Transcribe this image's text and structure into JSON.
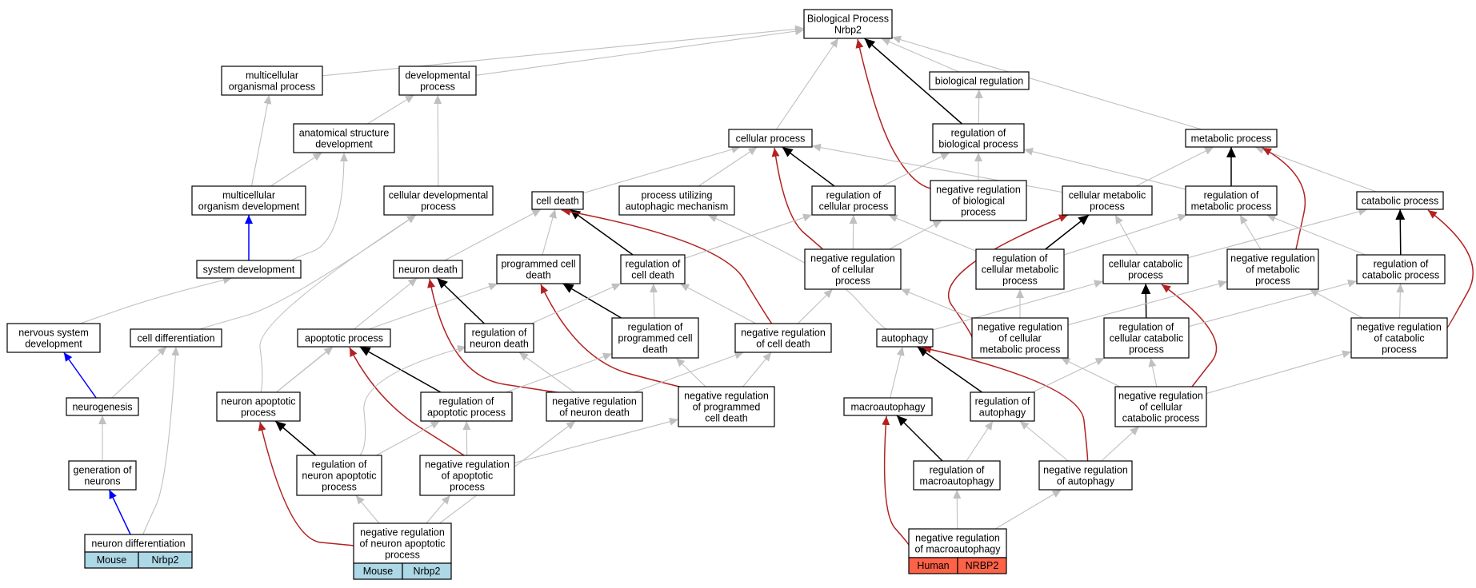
{
  "colors": {
    "edge_is_a": "#c0c0c0",
    "edge_regulates": "#000000",
    "edge_negatively_regulates": "#b22222",
    "edge_annotation_path": "#0000ff",
    "mouse_fill": "#add8e6",
    "human_fill": "#ff6347",
    "node_fill": "#ffffff",
    "node_stroke": "#000000"
  },
  "nodes": [
    {
      "id": "bp",
      "lines": [
        "Biological Process",
        "Nrbp2"
      ]
    },
    {
      "id": "mop",
      "lines": [
        "multicellular",
        "organismal process"
      ]
    },
    {
      "id": "devp",
      "lines": [
        "developmental",
        "process"
      ]
    },
    {
      "id": "breg",
      "lines": [
        "biological regulation"
      ]
    },
    {
      "id": "asd",
      "lines": [
        "anatomical structure",
        "development"
      ]
    },
    {
      "id": "cp",
      "lines": [
        "cellular process"
      ]
    },
    {
      "id": "robp",
      "lines": [
        "regulation of",
        "biological process"
      ]
    },
    {
      "id": "metp",
      "lines": [
        "metabolic process"
      ]
    },
    {
      "id": "mod",
      "lines": [
        "multicellular",
        "organism development"
      ]
    },
    {
      "id": "cdp",
      "lines": [
        "cellular developmental",
        "process"
      ]
    },
    {
      "id": "celld",
      "lines": [
        "cell death"
      ]
    },
    {
      "id": "puam",
      "lines": [
        "process utilizing",
        "autophagic mechanism"
      ]
    },
    {
      "id": "rocp",
      "lines": [
        "regulation of",
        "cellular process"
      ]
    },
    {
      "id": "nrbp",
      "lines": [
        "negative regulation",
        "of biological",
        "process"
      ]
    },
    {
      "id": "cmp",
      "lines": [
        "cellular metabolic",
        "process"
      ]
    },
    {
      "id": "romp",
      "lines": [
        "regulation of",
        "metabolic process"
      ]
    },
    {
      "id": "catp",
      "lines": [
        "catabolic process"
      ]
    },
    {
      "id": "sysd",
      "lines": [
        "system development"
      ]
    },
    {
      "id": "neud",
      "lines": [
        "neuron death"
      ]
    },
    {
      "id": "pcd",
      "lines": [
        "programmed cell",
        "death"
      ]
    },
    {
      "id": "rocd",
      "lines": [
        "regulation of",
        "cell death"
      ]
    },
    {
      "id": "nrocp",
      "lines": [
        "negative regulation",
        "of cellular",
        "process"
      ]
    },
    {
      "id": "rocmp",
      "lines": [
        "regulation of",
        "cellular metabolic",
        "process"
      ]
    },
    {
      "id": "ccp",
      "lines": [
        "cellular catabolic",
        "process"
      ]
    },
    {
      "id": "nromp",
      "lines": [
        "negative regulation",
        "of metabolic",
        "process"
      ]
    },
    {
      "id": "rocatp",
      "lines": [
        "regulation of",
        "catabolic process"
      ]
    },
    {
      "id": "nsd",
      "lines": [
        "nervous system",
        "development"
      ]
    },
    {
      "id": "celldiff",
      "lines": [
        "cell differentiation"
      ]
    },
    {
      "id": "apop",
      "lines": [
        "apoptotic process"
      ]
    },
    {
      "id": "rond",
      "lines": [
        "regulation of",
        "neuron death"
      ]
    },
    {
      "id": "ropcd",
      "lines": [
        "regulation of",
        "programmed cell",
        "death"
      ]
    },
    {
      "id": "nrocd",
      "lines": [
        "negative regulation",
        "of cell death"
      ]
    },
    {
      "id": "autoph",
      "lines": [
        "autophagy"
      ]
    },
    {
      "id": "nrocmp",
      "lines": [
        "negative regulation",
        "of cellular",
        "metabolic process"
      ]
    },
    {
      "id": "roccp",
      "lines": [
        "regulation of",
        "cellular catabolic",
        "process"
      ]
    },
    {
      "id": "nrocatp",
      "lines": [
        "negative regulation",
        "of catabolic",
        "process"
      ]
    },
    {
      "id": "neurog",
      "lines": [
        "neurogenesis"
      ]
    },
    {
      "id": "nap",
      "lines": [
        "neuron apoptotic",
        "process"
      ]
    },
    {
      "id": "roap",
      "lines": [
        "regulation of",
        "apoptotic process"
      ]
    },
    {
      "id": "nrond",
      "lines": [
        "negative regulation",
        "of neuron death"
      ]
    },
    {
      "id": "nropcd",
      "lines": [
        "negative regulation",
        "of programmed",
        "cell death"
      ]
    },
    {
      "id": "macro",
      "lines": [
        "macroautophagy"
      ]
    },
    {
      "id": "roaut",
      "lines": [
        "regulation of",
        "autophagy"
      ]
    },
    {
      "id": "nroccp",
      "lines": [
        "negative regulation",
        "of cellular",
        "catabolic process"
      ]
    },
    {
      "id": "gon",
      "lines": [
        "generation of",
        "neurons"
      ]
    },
    {
      "id": "ronap",
      "lines": [
        "regulation of",
        "neuron apoptotic",
        "process"
      ]
    },
    {
      "id": "nroap",
      "lines": [
        "negative regulation",
        "of apoptotic",
        "process"
      ]
    },
    {
      "id": "romacro",
      "lines": [
        "regulation of",
        "macroautophagy"
      ]
    },
    {
      "id": "nroaut",
      "lines": [
        "negative regulation",
        "of autophagy"
      ]
    },
    {
      "id": "neudiff",
      "lines": [
        "neuron differentiation"
      ],
      "annotation": [
        "Mouse",
        "Nrbp2"
      ],
      "species": "mouse"
    },
    {
      "id": "nronap",
      "lines": [
        "negative regulation",
        "of neuron apoptotic",
        "process"
      ],
      "annotation": [
        "Mouse",
        "Nrbp2"
      ],
      "species": "mouse"
    },
    {
      "id": "nromacro",
      "lines": [
        "negative regulation",
        "of macroautophagy"
      ],
      "annotation": [
        "Human",
        "NRBP2"
      ],
      "species": "human"
    }
  ],
  "edges": [
    {
      "from": "mop",
      "to": "bp",
      "type": "is_a"
    },
    {
      "from": "devp",
      "to": "bp",
      "type": "is_a"
    },
    {
      "from": "cp",
      "to": "bp",
      "type": "is_a"
    },
    {
      "from": "breg",
      "to": "bp",
      "type": "is_a"
    },
    {
      "from": "robp",
      "to": "bp",
      "type": "regulates"
    },
    {
      "from": "nrbp",
      "to": "bp",
      "type": "negatively_regulates"
    },
    {
      "from": "metp",
      "to": "bp",
      "type": "is_a"
    },
    {
      "from": "robp",
      "to": "breg",
      "type": "is_a"
    },
    {
      "from": "asd",
      "to": "devp",
      "type": "is_a"
    },
    {
      "from": "cdp",
      "to": "devp",
      "type": "is_a"
    },
    {
      "from": "mod",
      "to": "mop",
      "type": "is_a"
    },
    {
      "from": "mod",
      "to": "asd",
      "type": "is_a"
    },
    {
      "from": "sysd",
      "to": "asd",
      "type": "is_a"
    },
    {
      "from": "sysd",
      "to": "mod",
      "type": "annotation_path"
    },
    {
      "from": "nsd",
      "to": "sysd",
      "type": "is_a"
    },
    {
      "from": "neurog",
      "to": "nsd",
      "type": "annotation_path"
    },
    {
      "from": "neurog",
      "to": "celldiff",
      "type": "is_a"
    },
    {
      "from": "gon",
      "to": "neurog",
      "type": "is_a"
    },
    {
      "from": "neudiff",
      "to": "gon",
      "type": "annotation_path"
    },
    {
      "from": "neudiff",
      "to": "celldiff",
      "type": "is_a"
    },
    {
      "from": "celldiff",
      "to": "cdp",
      "type": "is_a"
    },
    {
      "from": "celld",
      "to": "cp",
      "type": "is_a"
    },
    {
      "from": "puam",
      "to": "cp",
      "type": "is_a"
    },
    {
      "from": "rocp",
      "to": "cp",
      "type": "regulates"
    },
    {
      "from": "nrocp",
      "to": "cp",
      "type": "negatively_regulates"
    },
    {
      "from": "cmp",
      "to": "cp",
      "type": "is_a"
    },
    {
      "from": "rocp",
      "to": "robp",
      "type": "is_a"
    },
    {
      "from": "nrbp",
      "to": "robp",
      "type": "is_a"
    },
    {
      "from": "romp",
      "to": "robp",
      "type": "is_a"
    },
    {
      "from": "cmp",
      "to": "metp",
      "type": "is_a"
    },
    {
      "from": "romp",
      "to": "metp",
      "type": "regulates"
    },
    {
      "from": "catp",
      "to": "metp",
      "type": "is_a"
    },
    {
      "from": "nromp",
      "to": "metp",
      "type": "negatively_regulates"
    },
    {
      "from": "neud",
      "to": "celld",
      "type": "is_a"
    },
    {
      "from": "pcd",
      "to": "celld",
      "type": "is_a"
    },
    {
      "from": "rocd",
      "to": "celld",
      "type": "regulates"
    },
    {
      "from": "nrocd",
      "to": "celld",
      "type": "negatively_regulates"
    },
    {
      "from": "rocd",
      "to": "rocp",
      "type": "is_a"
    },
    {
      "from": "nrocp",
      "to": "rocp",
      "type": "is_a"
    },
    {
      "from": "rocmp",
      "to": "rocp",
      "type": "is_a"
    },
    {
      "from": "nrocp",
      "to": "nrbp",
      "type": "is_a"
    },
    {
      "from": "rocmp",
      "to": "cmp",
      "type": "regulates"
    },
    {
      "from": "ccp",
      "to": "cmp",
      "type": "is_a"
    },
    {
      "from": "nrocmp",
      "to": "cmp",
      "type": "negatively_regulates"
    },
    {
      "from": "rocmp",
      "to": "romp",
      "type": "is_a"
    },
    {
      "from": "nromp",
      "to": "romp",
      "type": "is_a"
    },
    {
      "from": "rocatp",
      "to": "romp",
      "type": "is_a"
    },
    {
      "from": "ccp",
      "to": "catp",
      "type": "is_a"
    },
    {
      "from": "rocatp",
      "to": "catp",
      "type": "regulates"
    },
    {
      "from": "nrocatp",
      "to": "catp",
      "type": "negatively_regulates"
    },
    {
      "from": "nap",
      "to": "cdp",
      "type": "is_a"
    },
    {
      "from": "apop",
      "to": "pcd",
      "type": "is_a"
    },
    {
      "from": "ropcd",
      "to": "pcd",
      "type": "regulates"
    },
    {
      "from": "nropcd",
      "to": "pcd",
      "type": "negatively_regulates"
    },
    {
      "from": "ropcd",
      "to": "rocd",
      "type": "is_a"
    },
    {
      "from": "nrocd",
      "to": "rocd",
      "type": "is_a"
    },
    {
      "from": "nrocd",
      "to": "nrocp",
      "type": "is_a"
    },
    {
      "from": "nrocmp",
      "to": "rocmp",
      "type": "is_a"
    },
    {
      "from": "nrocmp",
      "to": "nrocp",
      "type": "is_a"
    },
    {
      "from": "roccp",
      "to": "ccp",
      "type": "regulates"
    },
    {
      "from": "nroccp",
      "to": "ccp",
      "type": "negatively_regulates"
    },
    {
      "from": "nrocmp",
      "to": "nromp",
      "type": "is_a"
    },
    {
      "from": "roccp",
      "to": "rocatp",
      "type": "is_a"
    },
    {
      "from": "nrocatp",
      "to": "rocatp",
      "type": "is_a"
    },
    {
      "from": "nrocatp",
      "to": "nromp",
      "type": "is_a"
    },
    {
      "from": "rond",
      "to": "neud",
      "type": "regulates"
    },
    {
      "from": "nrond",
      "to": "neud",
      "type": "negatively_regulates"
    },
    {
      "from": "nap",
      "to": "neud",
      "type": "is_a"
    },
    {
      "from": "rond",
      "to": "rocd",
      "type": "is_a"
    },
    {
      "from": "nap",
      "to": "apop",
      "type": "is_a"
    },
    {
      "from": "roap",
      "to": "apop",
      "type": "regulates"
    },
    {
      "from": "nroap",
      "to": "apop",
      "type": "negatively_regulates"
    },
    {
      "from": "roap",
      "to": "ropcd",
      "type": "is_a"
    },
    {
      "from": "nrond",
      "to": "rond",
      "type": "is_a"
    },
    {
      "from": "nrond",
      "to": "nrocd",
      "type": "is_a"
    },
    {
      "from": "nropcd",
      "to": "ropcd",
      "type": "is_a"
    },
    {
      "from": "nropcd",
      "to": "nrocd",
      "type": "is_a"
    },
    {
      "from": "autoph",
      "to": "puam",
      "type": "is_a"
    },
    {
      "from": "autoph",
      "to": "ccp",
      "type": "is_a"
    },
    {
      "from": "macro",
      "to": "autoph",
      "type": "is_a"
    },
    {
      "from": "roaut",
      "to": "autoph",
      "type": "regulates"
    },
    {
      "from": "nroaut",
      "to": "autoph",
      "type": "negatively_regulates"
    },
    {
      "from": "roaut",
      "to": "roccp",
      "type": "is_a"
    },
    {
      "from": "nroaut",
      "to": "roaut",
      "type": "is_a"
    },
    {
      "from": "nroaut",
      "to": "nroccp",
      "type": "is_a"
    },
    {
      "from": "nroccp",
      "to": "roccp",
      "type": "is_a"
    },
    {
      "from": "nroccp",
      "to": "nrocmp",
      "type": "is_a"
    },
    {
      "from": "nroccp",
      "to": "nrocatp",
      "type": "is_a"
    },
    {
      "from": "ronap",
      "to": "nap",
      "type": "regulates"
    },
    {
      "from": "nronap",
      "to": "nap",
      "type": "negatively_regulates"
    },
    {
      "from": "ronap",
      "to": "roap",
      "type": "is_a"
    },
    {
      "from": "ronap",
      "to": "rond",
      "type": "is_a"
    },
    {
      "from": "nroap",
      "to": "roap",
      "type": "is_a"
    },
    {
      "from": "nroap",
      "to": "nropcd",
      "type": "is_a"
    },
    {
      "from": "nronap",
      "to": "ronap",
      "type": "is_a"
    },
    {
      "from": "nronap",
      "to": "nroap",
      "type": "is_a"
    },
    {
      "from": "nronap",
      "to": "nrond",
      "type": "is_a"
    },
    {
      "from": "romacro",
      "to": "macro",
      "type": "regulates"
    },
    {
      "from": "nromacro",
      "to": "macro",
      "type": "negatively_regulates"
    },
    {
      "from": "romacro",
      "to": "roaut",
      "type": "is_a"
    },
    {
      "from": "nromacro",
      "to": "romacro",
      "type": "is_a"
    },
    {
      "from": "nromacro",
      "to": "nroaut",
      "type": "is_a"
    }
  ]
}
